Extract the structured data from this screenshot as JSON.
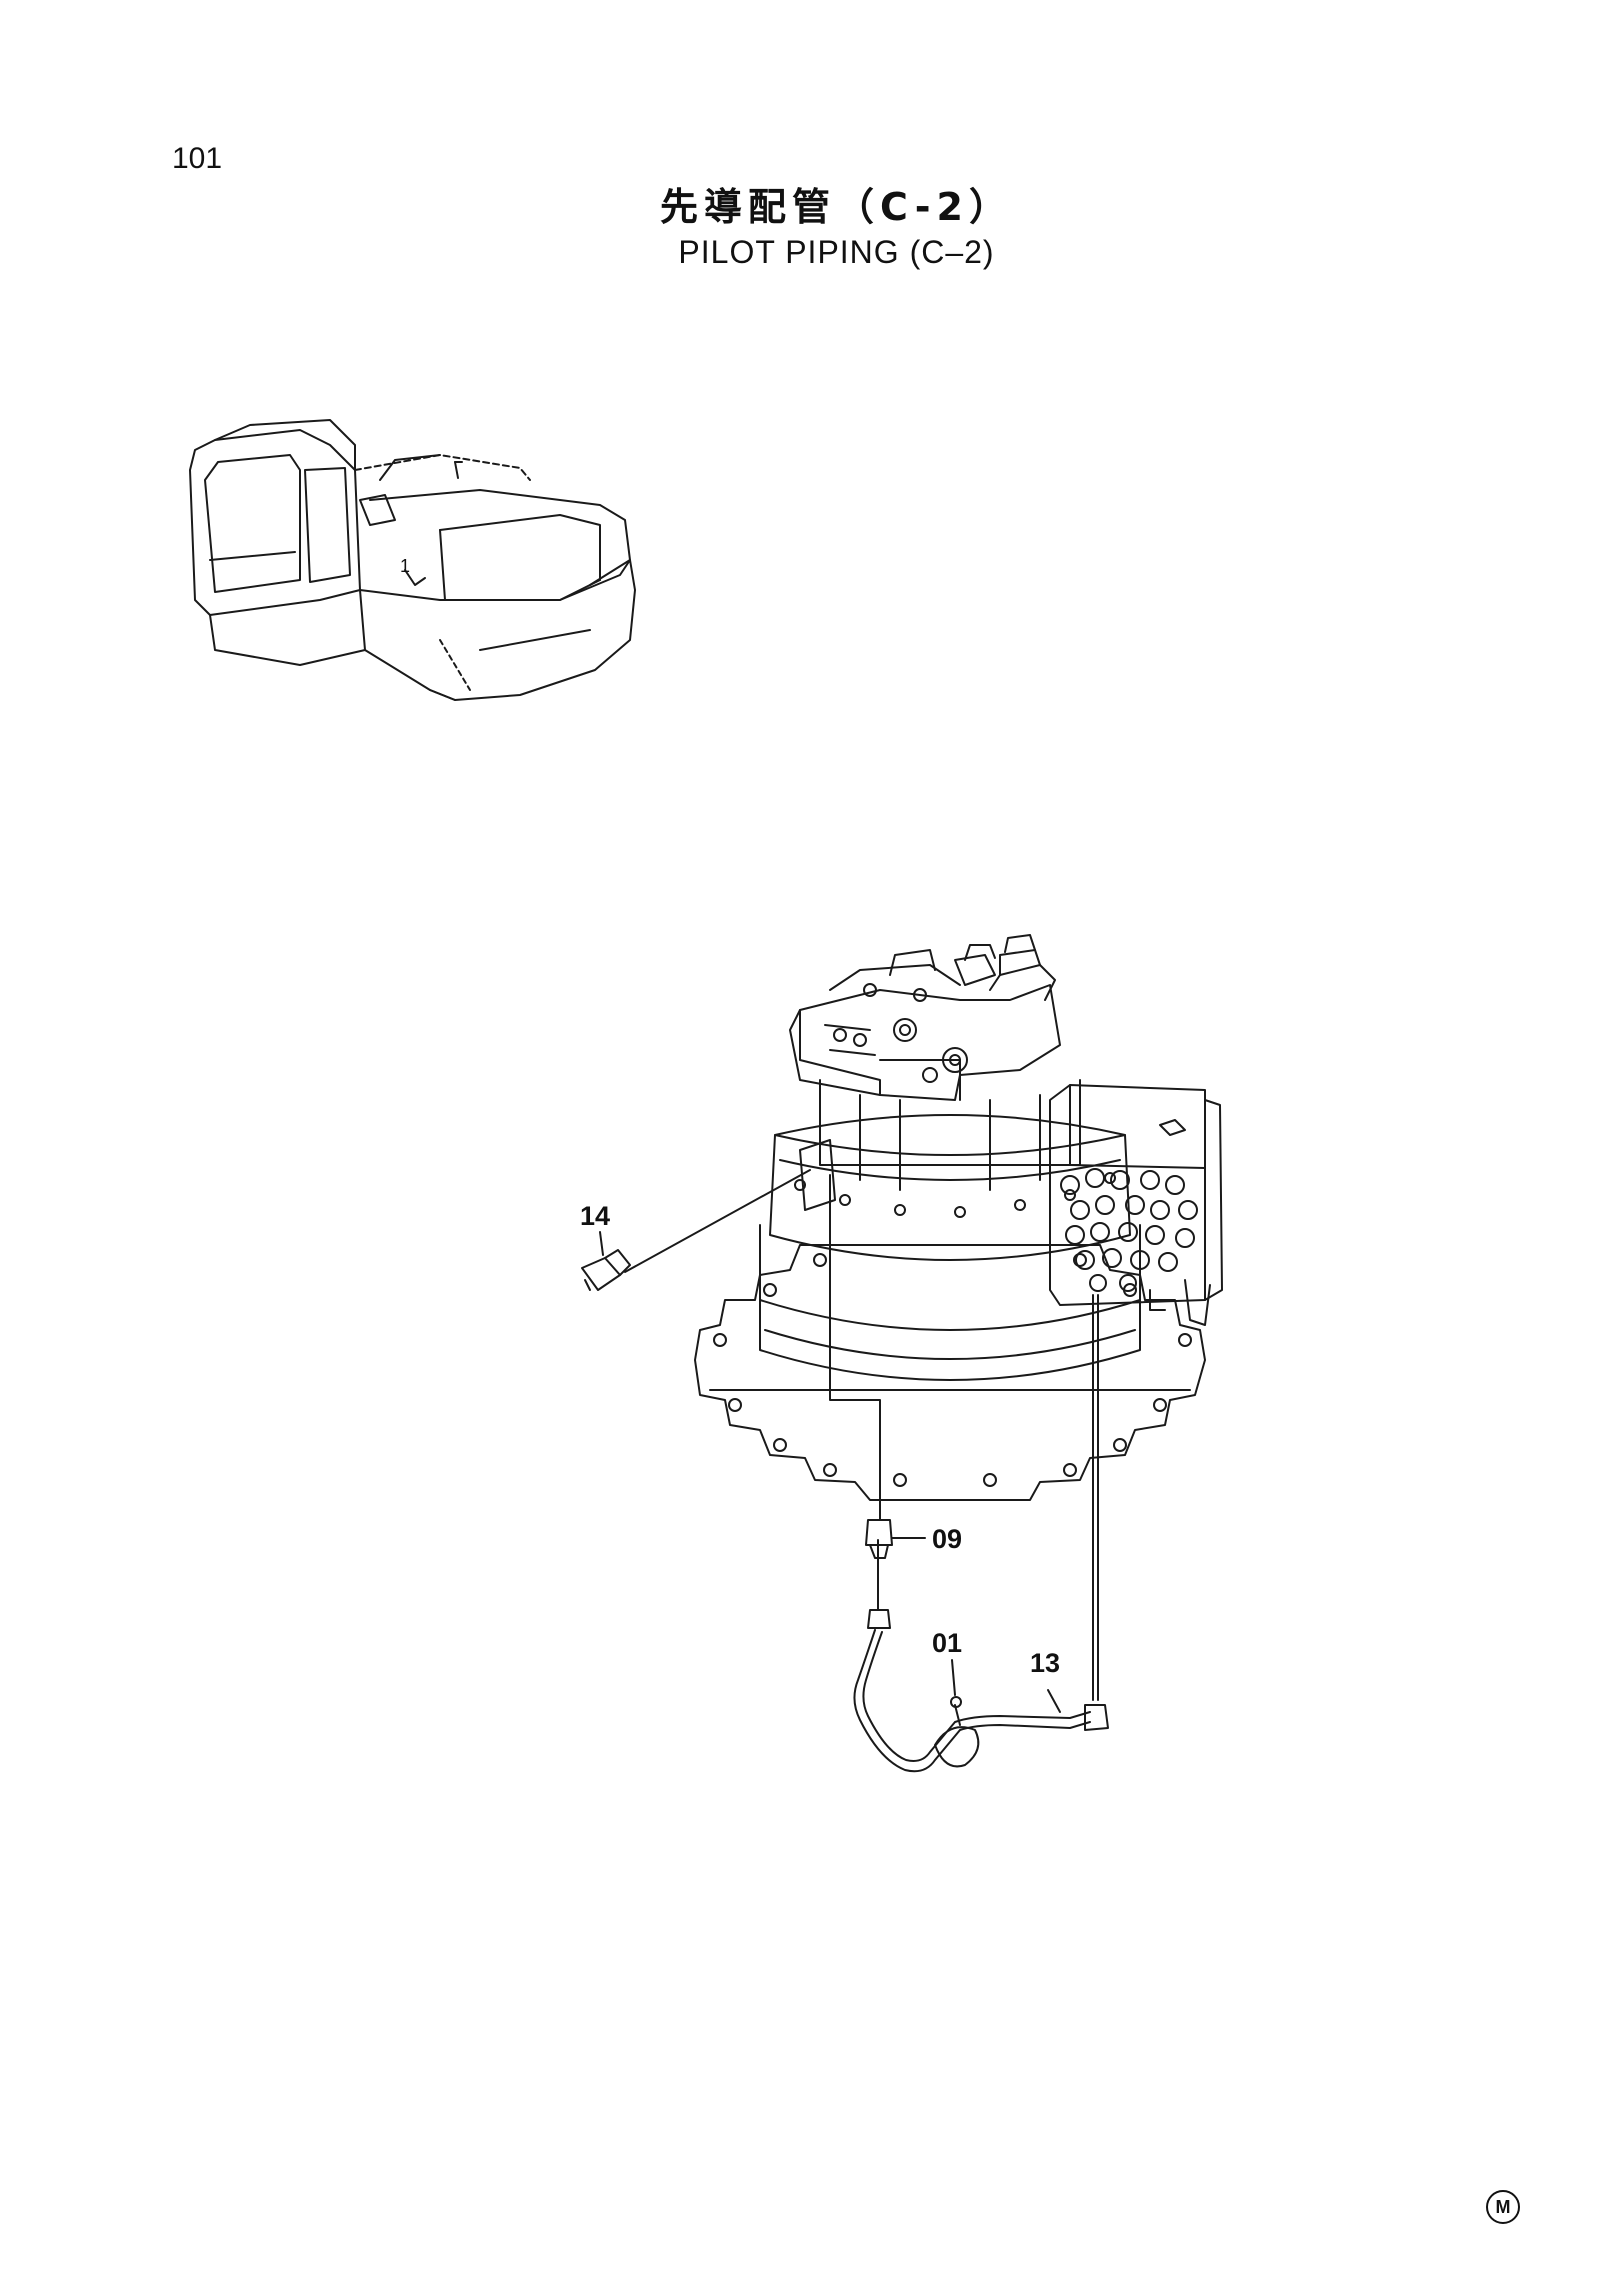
{
  "header": {
    "page_number": "101",
    "title_jp": "先導配管（C-2）",
    "title_en": "PILOT PIPING (C–2)"
  },
  "callouts": [
    {
      "id": "14",
      "label": "14"
    },
    {
      "id": "09",
      "label": "09"
    },
    {
      "id": "01",
      "label": "01"
    },
    {
      "id": "13",
      "label": "13"
    }
  ],
  "locator_label": "1",
  "footer": {
    "mark": "M"
  }
}
